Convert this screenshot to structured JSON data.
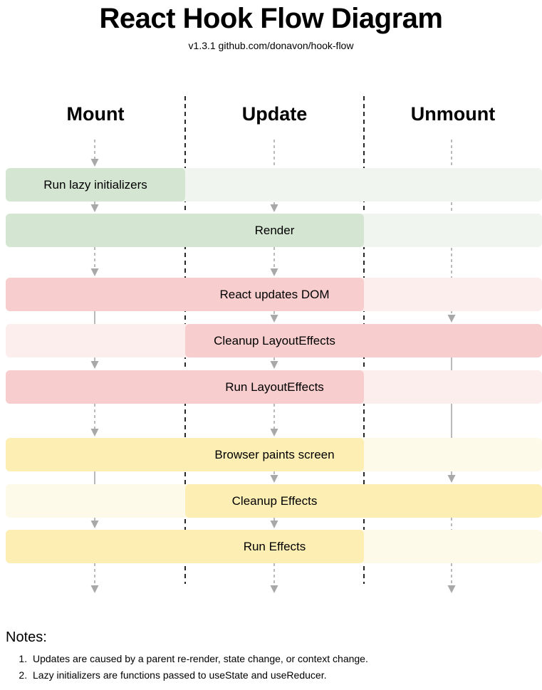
{
  "header": {
    "title": "React Hook Flow Diagram",
    "subtitle": "v1.3.1 github.com/donavon/hook-flow"
  },
  "columns": [
    {
      "id": "mount",
      "label": "Mount"
    },
    {
      "id": "update",
      "label": "Update"
    },
    {
      "id": "unmount",
      "label": "Unmount"
    }
  ],
  "palette": {
    "green_active": "#d4e6d2",
    "green_inactive": "#f0f5ef",
    "pink_active": "#f7cdcd",
    "pink_inactive": "#fdeeee",
    "yellow_active": "#fdeeb4",
    "yellow_inactive": "#fefaea",
    "divider": "#000000",
    "arrow": "#a8a8a8",
    "background": "#ffffff",
    "text": "#000000"
  },
  "rows": [
    {
      "id": "run-lazy-initializers",
      "label": "Run lazy initializers",
      "group": "green",
      "active": [
        "mount"
      ],
      "label_column": "mount"
    },
    {
      "id": "render",
      "label": "Render",
      "group": "green",
      "active": [
        "mount",
        "update"
      ],
      "label_column": "update"
    },
    {
      "id": "react-updates-dom",
      "label": "React updates DOM",
      "group": "pink",
      "active": [
        "mount",
        "update"
      ],
      "label_column": "update"
    },
    {
      "id": "cleanup-layouteffects",
      "label": "Cleanup LayoutEffects",
      "group": "pink",
      "active": [
        "update",
        "unmount"
      ],
      "label_column": "update"
    },
    {
      "id": "run-layouteffects",
      "label": "Run LayoutEffects",
      "group": "pink",
      "active": [
        "mount",
        "update"
      ],
      "label_column": "update"
    },
    {
      "id": "browser-paints-screen",
      "label": "Browser paints screen",
      "group": "yellow",
      "active": [
        "mount",
        "update"
      ],
      "label_column": "update"
    },
    {
      "id": "cleanup-effects",
      "label": "Cleanup Effects",
      "group": "yellow",
      "active": [
        "update",
        "unmount"
      ],
      "label_column": "update"
    },
    {
      "id": "run-effects",
      "label": "Run Effects",
      "group": "yellow",
      "active": [
        "mount",
        "update"
      ],
      "label_column": "update"
    }
  ],
  "notes": {
    "title": "Notes:",
    "items": [
      "Updates are caused by a parent re-render, state change, or context change.",
      "Lazy initializers are functions passed to useState and useReducer."
    ]
  }
}
